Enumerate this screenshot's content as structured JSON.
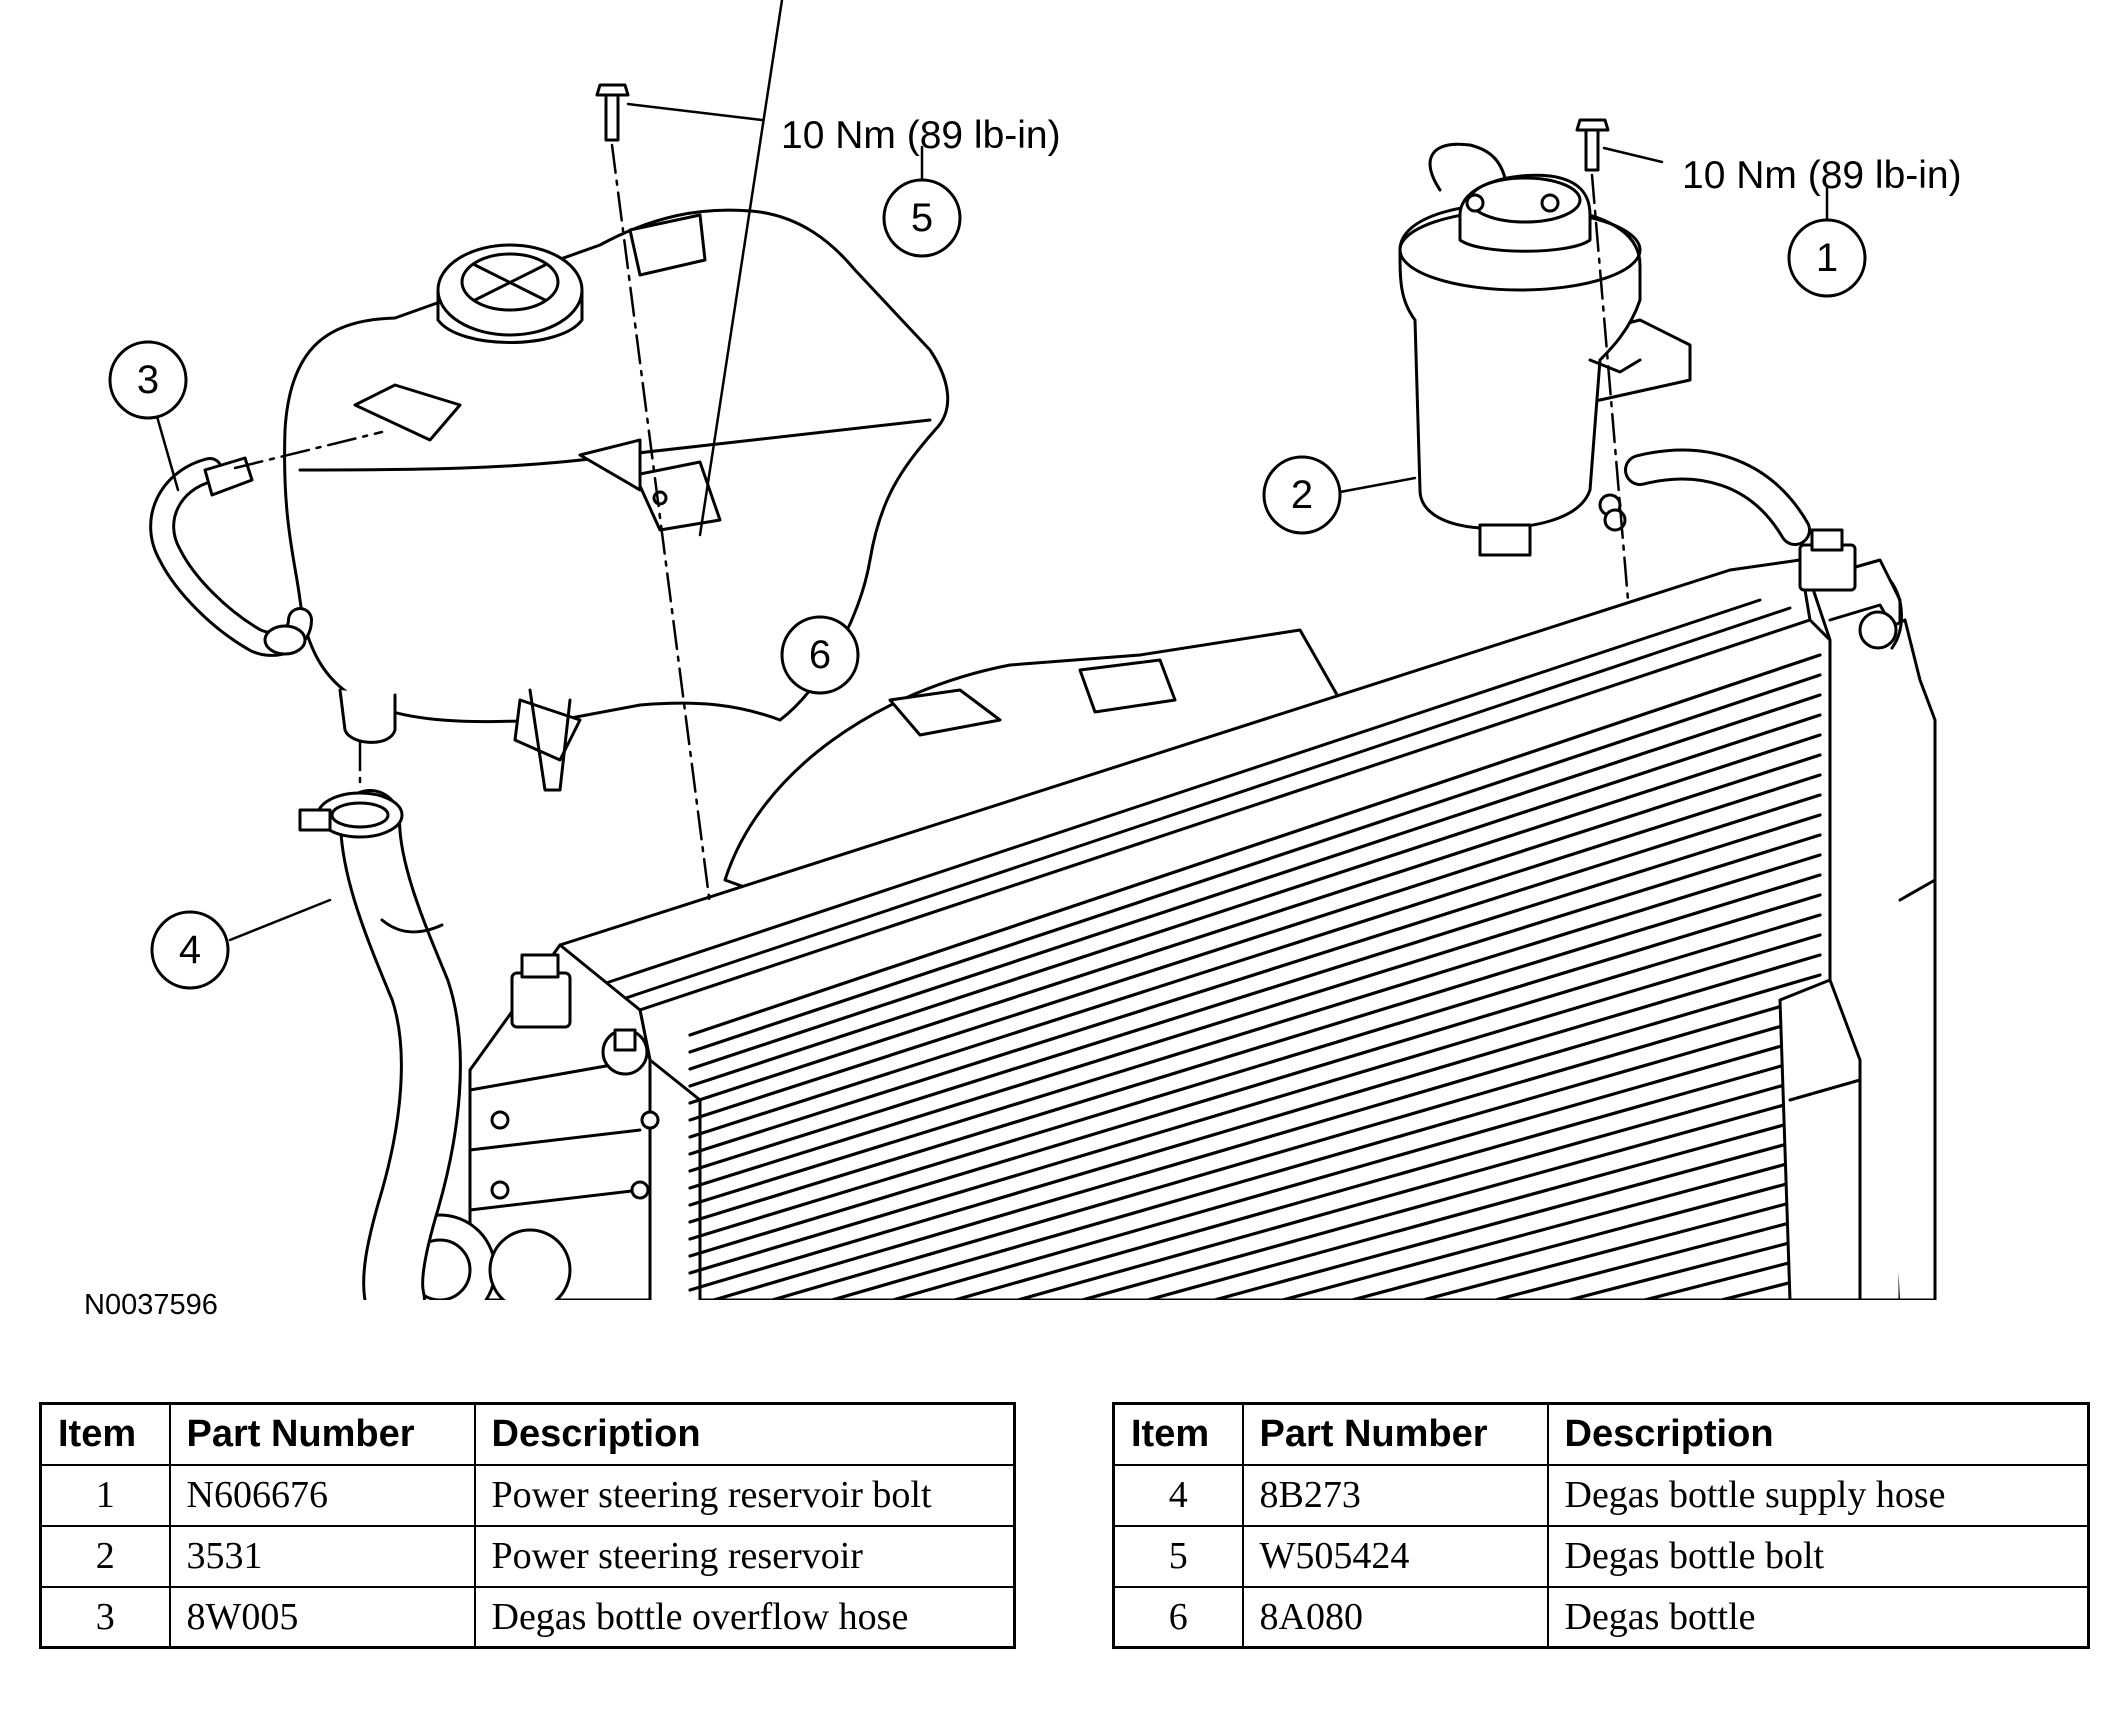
{
  "diagram": {
    "figure_id": "N0037596",
    "torque_labels": [
      "10 Nm (89 lb-in)",
      "10 Nm (89 lb-in)"
    ],
    "callouts": [
      "1",
      "2",
      "3",
      "4",
      "5",
      "6"
    ]
  },
  "table_left": {
    "headers": [
      "Item",
      "Part Number",
      "Description"
    ],
    "rows": [
      {
        "item": "1",
        "part": "N606676",
        "desc": "Power steering reservoir bolt"
      },
      {
        "item": "2",
        "part": "3531",
        "desc": "Power steering reservoir"
      },
      {
        "item": "3",
        "part": "8W005",
        "desc": "Degas bottle overflow hose"
      }
    ]
  },
  "table_right": {
    "headers": [
      "Item",
      "Part Number",
      "Description"
    ],
    "rows": [
      {
        "item": "4",
        "part": "8B273",
        "desc": "Degas bottle supply hose"
      },
      {
        "item": "5",
        "part": "W505424",
        "desc": "Degas bottle bolt"
      },
      {
        "item": "6",
        "part": "8A080",
        "desc": "Degas bottle"
      }
    ]
  }
}
